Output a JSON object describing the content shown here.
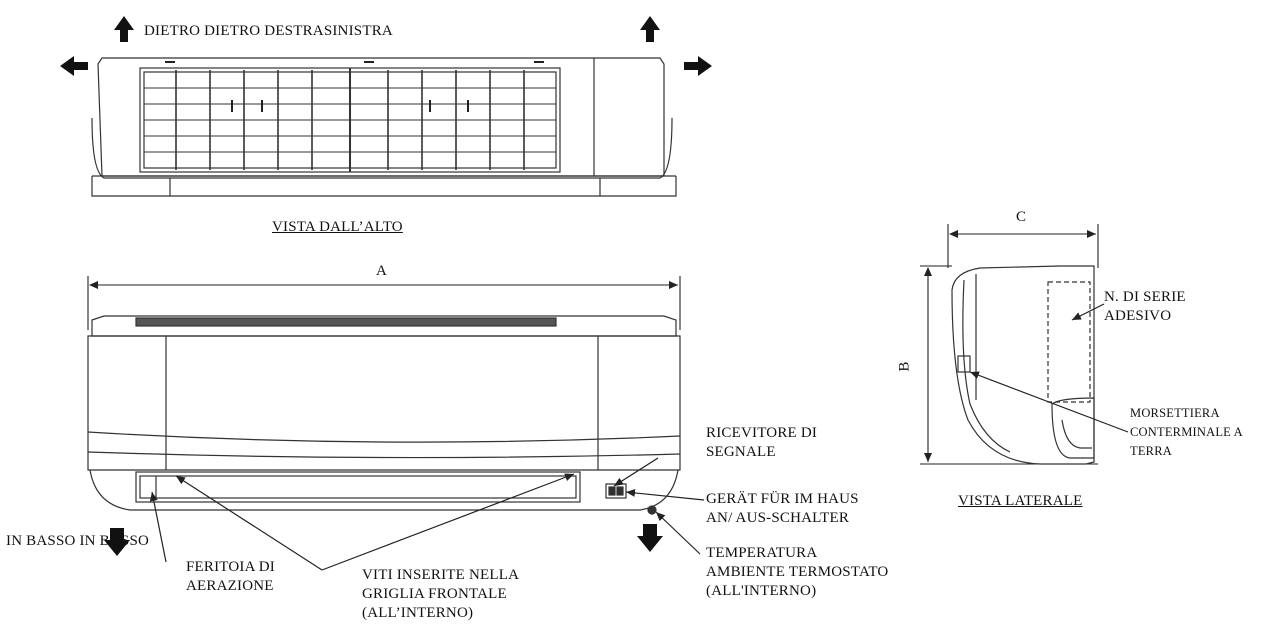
{
  "labels": {
    "top_arrows": "DIETRO DIETRO DESTRASINISTRA",
    "top_view": "VISTA DALL’ALTO",
    "dim_a": "A",
    "dim_b": "B",
    "dim_c": "C",
    "serial_l1": "N. DI SERIE",
    "serial_l2": "ADESIVO",
    "terminal_l1": "MORSETTIERA",
    "terminal_l2": "CONTERMINALE A",
    "terminal_l3": "TERRA",
    "receiver_l1": "RICEVITORE DI",
    "receiver_l2": "SEGNALE",
    "switch_l1": "GERÄT FÜR IM HAUS",
    "switch_l2": "AN/ AUS-SCHALTER",
    "side_view": "VISTA LATERALE",
    "bottom_arrows": "IN BASSO IN BASSO",
    "vent_l1": "FERITOIA DI",
    "vent_l2": "AERAZIONE",
    "screws_l1": "VITI INSERITE NELLA",
    "screws_l2": "GRIGLIA FRONTALE",
    "screws_l3": "(ALL’INTERNO)",
    "thermo_l1": "TEMPERATURA",
    "thermo_l2": "AMBIENTE TERMOSTATO",
    "thermo_l3": "(ALL'INTERNO)"
  },
  "colors": {
    "line": "#222222",
    "background": "#ffffff"
  },
  "icons": [
    "arrow-up-icon",
    "arrow-left-icon",
    "arrow-right-icon",
    "arrow-down-icon"
  ]
}
